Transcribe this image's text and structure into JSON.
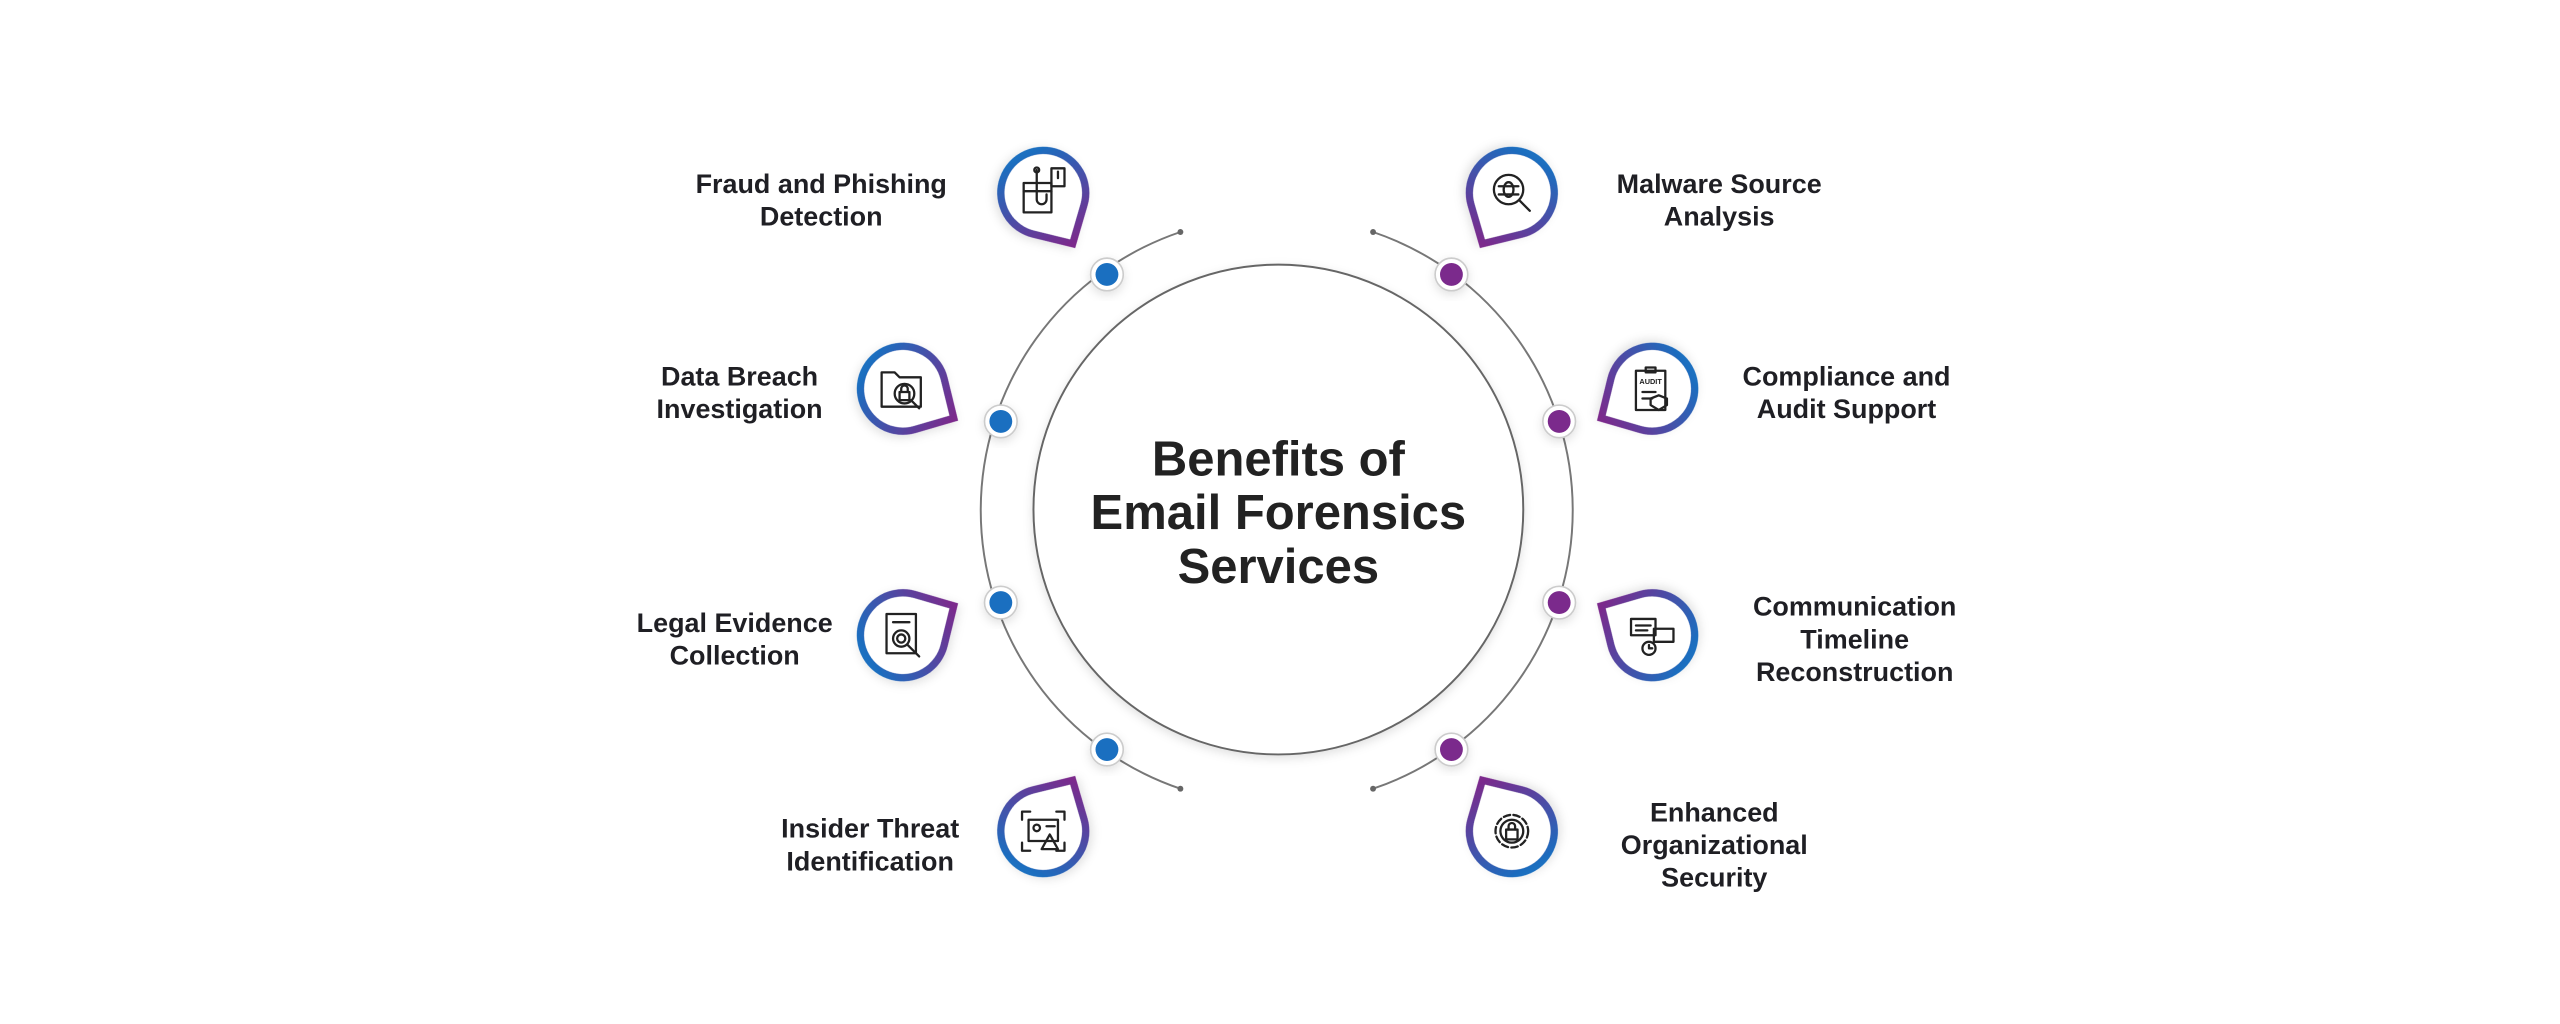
{
  "title": {
    "line1": "Benefits of",
    "line2": "Email Forensics",
    "line3": "Services"
  },
  "colors": {
    "left_accent": "#1a6fc0",
    "right_accent": "#7b2a8c",
    "text": "#1f1f24"
  },
  "benefits": [
    {
      "lines": [
        "Fraud and Phishing",
        "Detection"
      ],
      "icon": "phishing-hook-icon"
    },
    {
      "lines": [
        "Data Breach",
        "Investigation"
      ],
      "icon": "locked-folder-search-icon"
    },
    {
      "lines": [
        "Legal Evidence",
        "Collection"
      ],
      "icon": "document-magnifier-icon"
    },
    {
      "lines": [
        "Insider Threat",
        "Identification"
      ],
      "icon": "id-card-warning-icon"
    },
    {
      "lines": [
        "Malware Source",
        "Analysis"
      ],
      "icon": "bug-magnifier-icon"
    },
    {
      "lines": [
        "Compliance and",
        "Audit Support"
      ],
      "icon": "audit-clipboard-icon",
      "icon_text": "AUDIT"
    },
    {
      "lines": [
        "Communication",
        "Timeline",
        "Reconstruction"
      ],
      "icon": "chat-timeline-icon"
    },
    {
      "lines": [
        "Enhanced",
        "Organizational",
        "Security"
      ],
      "icon": "gear-lock-icon"
    }
  ]
}
